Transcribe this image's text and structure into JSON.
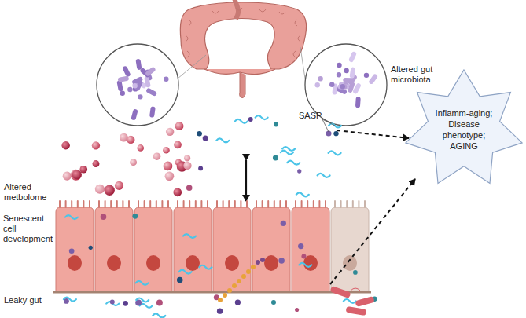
{
  "diagram": {
    "nodes": [
      {
        "text": [
          "Inflamm-aging; Disease phenotype; AGING"
        ]
      }
    ],
    "labels": [
      "Altered gut microbiota",
      "SASP",
      "Altered metbolome",
      "Senescent cell development",
      "Leaky gut"
    ]
  }
}
